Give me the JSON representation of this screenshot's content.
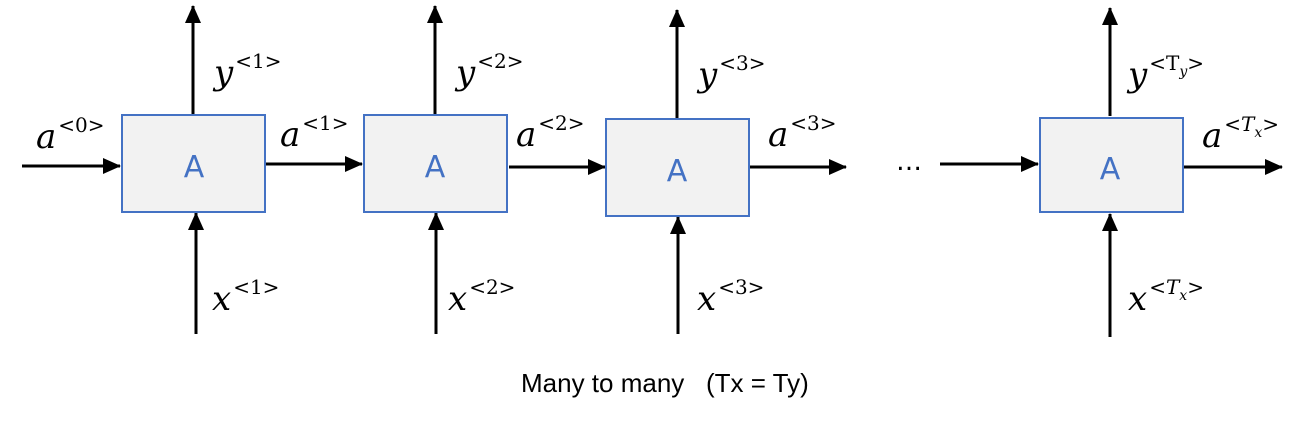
{
  "cells": [
    {
      "label": "A",
      "y": "y",
      "y_sup": "<1>",
      "x": "x",
      "x_sup": "<1>",
      "a_in": "a",
      "a_in_sup": "<0>",
      "a_out": "a",
      "a_out_sup": "<1>"
    },
    {
      "label": "A",
      "y": "y",
      "y_sup": "<2>",
      "x": "x",
      "x_sup": "<2>",
      "a_out": "a",
      "a_out_sup": "<2>"
    },
    {
      "label": "A",
      "y": "y",
      "y_sup": "<3>",
      "x": "x",
      "x_sup": "<3>",
      "a_out": "a",
      "a_out_sup": "<3>"
    },
    {
      "label": "A",
      "y": "y",
      "y_sup_open": "<",
      "y_sup_var": "T",
      "y_sup_sub": "y",
      "y_sup_close": ">",
      "x": "x",
      "x_sup_open": "<",
      "x_sup_var": "T",
      "x_sup_sub": "x",
      "x_sup_close": ">",
      "a_out": "a",
      "a_out_sup_open": "<",
      "a_out_sup_var": "T",
      "a_out_sup_sub": "x",
      "a_out_sup_close": ">"
    }
  ],
  "ellipsis": "…",
  "caption": "Many to many   (Tx = Ty)",
  "colors": {
    "box_border": "#4472c4",
    "box_fill": "#f2f2f2",
    "arrow": "#000000"
  }
}
